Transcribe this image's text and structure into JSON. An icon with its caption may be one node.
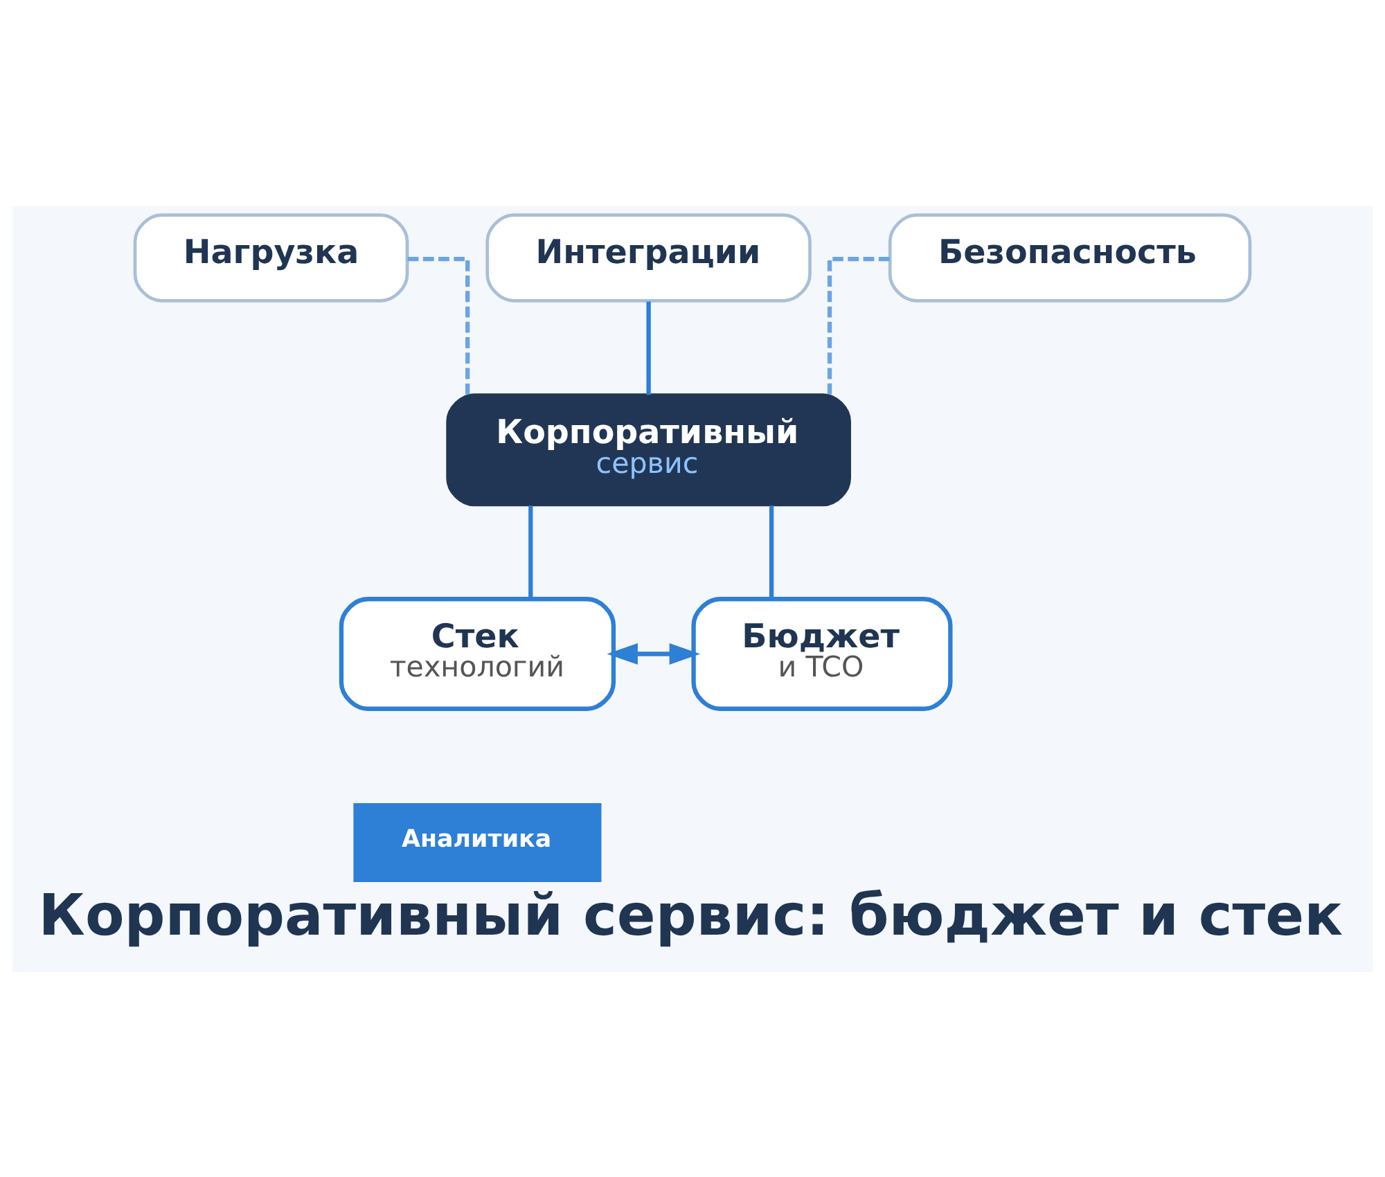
{
  "diagram": {
    "title": "Корпоративный сервис: бюджет и стек",
    "nodes": [
      {
        "text": [
          "Нагрузка"
        ]
      },
      {
        "text": [
          "Интеграции"
        ]
      },
      {
        "text": [
          "Безопасность"
        ]
      },
      {
        "text": [
          "Корпоративный",
          "сервис"
        ]
      },
      {
        "text": [
          "Стек",
          "технологий"
        ]
      },
      {
        "text": [
          "Бюджет",
          "и TCO"
        ]
      }
    ],
    "edges": [
      {
        "from": 0,
        "to": 3,
        "arrow": "none",
        "style": "dashed",
        "color": "#6aa5e6"
      },
      {
        "from": 1,
        "to": 3,
        "arrow": "none"
      },
      {
        "from": 2,
        "to": 3,
        "arrow": "none",
        "style": "dashed",
        "color": "#6aa5e6"
      },
      {
        "from": 3,
        "to": 4,
        "arrow": "none"
      },
      {
        "from": 3,
        "to": 5,
        "arrow": "none"
      },
      {
        "from": 4,
        "to": 5,
        "arrow": "both"
      }
    ],
    "labels": [
      "Аналитика"
    ]
  }
}
